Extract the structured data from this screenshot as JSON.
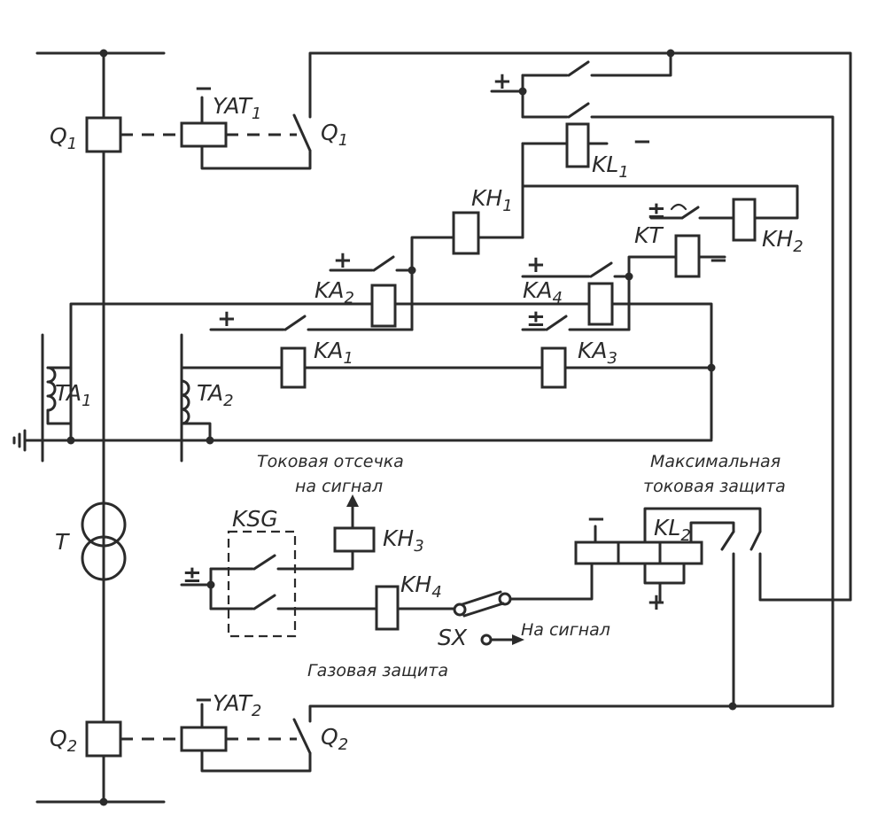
{
  "labels": {
    "q1": "Q",
    "q1_sub": "1",
    "q1_contact": "Q",
    "q1_contact_sub": "1",
    "yat1": "YAT",
    "yat1_sub": "1",
    "q2": "Q",
    "q2_sub": "2",
    "q2_contact": "Q",
    "q2_contact_sub": "2",
    "yat2": "YAT",
    "yat2_sub": "2",
    "kl1": "KL",
    "kl1_sub": "1",
    "kh1": "KH",
    "kh1_sub": "1",
    "kh2": "KH",
    "kh2_sub": "2",
    "kh3": "KH",
    "kh3_sub": "3",
    "kh4": "KH",
    "kh4_sub": "4",
    "kt": "KT",
    "ka1": "KA",
    "ka1_sub": "1",
    "ka2": "KA",
    "ka2_sub": "2",
    "ka3": "KA",
    "ka3_sub": "3",
    "ka4": "KA",
    "ka4_sub": "4",
    "ta1": "TA",
    "ta1_sub": "1",
    "ta2": "TA",
    "ta2_sub": "2",
    "t": "T",
    "ksg": "KSG",
    "kl2": "KL",
    "kl2_sub": "2",
    "sx": "SX"
  },
  "captions": {
    "current_cutoff_line1": "Токовая отсечка",
    "current_cutoff_line2": "на сигнал",
    "max_current_line1": "Максимальная",
    "max_current_line2": "токовая защита",
    "to_signal": "На сигнал",
    "gas_protection": "Газовая защита"
  },
  "signs": {
    "plus": "+",
    "minus": "−",
    "plus_minus": "±"
  }
}
